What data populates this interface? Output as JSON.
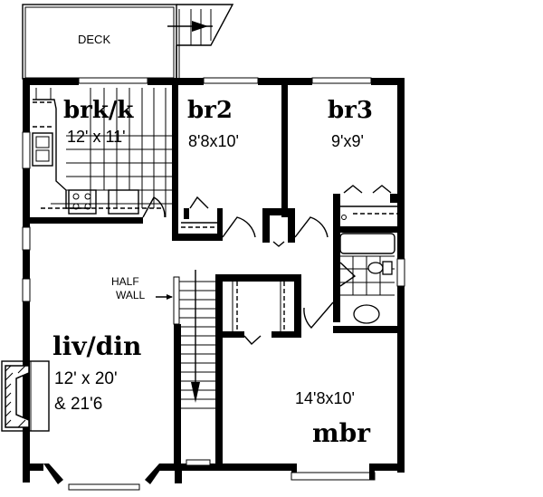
{
  "plan": {
    "deck": {
      "label": "DECK"
    },
    "rooms": {
      "brk_k": {
        "name": "brk/k",
        "dims": "12' x 11'"
      },
      "br2": {
        "name": "br2",
        "dims": "8'8x10'"
      },
      "br3": {
        "name": "br3",
        "dims": "9'x9'"
      },
      "liv_din": {
        "name": "liv/din",
        "dims_line1": "12' x 20'",
        "dims_line2": "& 21'6"
      },
      "mbr": {
        "name": "mbr",
        "dims": "14'8x10'"
      }
    },
    "annotations": {
      "half_wall_line1": "HALF",
      "half_wall_line2": "WALL"
    }
  }
}
